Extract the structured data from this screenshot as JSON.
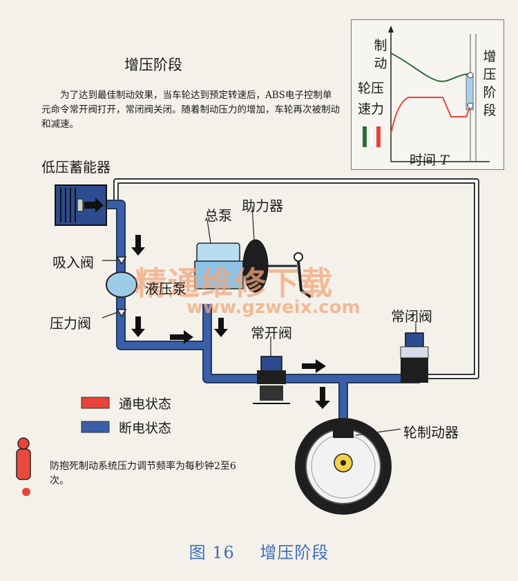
{
  "header": {
    "title": "增压阶段",
    "paragraph": "为了达到最佳制动效果，当车轮达到预定转速后，ABS电子控制单元命令常开阀打开，常闭阀关闭。随着制动压力的增加，车轮再次被制动和减速。"
  },
  "graph": {
    "left_label_col1": "制动",
    "left_label_col2": "速力",
    "left_label_mid": "轮压",
    "right_label": "增压阶段",
    "x_label": "时间",
    "x_symbol": "T",
    "colors": {
      "wheel_speed": "#2d6b3a",
      "brake_pressure": "#e8443a",
      "phase": "#a9d0ea"
    }
  },
  "components": {
    "low_pressure_accumulator": "低压蓄能器",
    "master_cylinder": "总泵",
    "booster": "助力器",
    "intake_valve": "吸入阀",
    "hydraulic_pump": "液压泵",
    "pressure_valve": "压力阀",
    "normally_open_valve": "常开阀",
    "normally_closed_valve": "常闭阀",
    "wheel_brake": "轮制动器"
  },
  "legend": {
    "energized": "通电状态",
    "de_energized": "断电状态",
    "energized_color": "#e8443a",
    "de_energized_color": "#3a5fa8"
  },
  "note": "防抱死制动系统压力调节频率为每秒钟2至6次。",
  "caption": {
    "figure": "图 16",
    "title": "增压阶段"
  },
  "watermark": {
    "line1": "精通维修下载",
    "line2": "www.gzweix.com"
  }
}
